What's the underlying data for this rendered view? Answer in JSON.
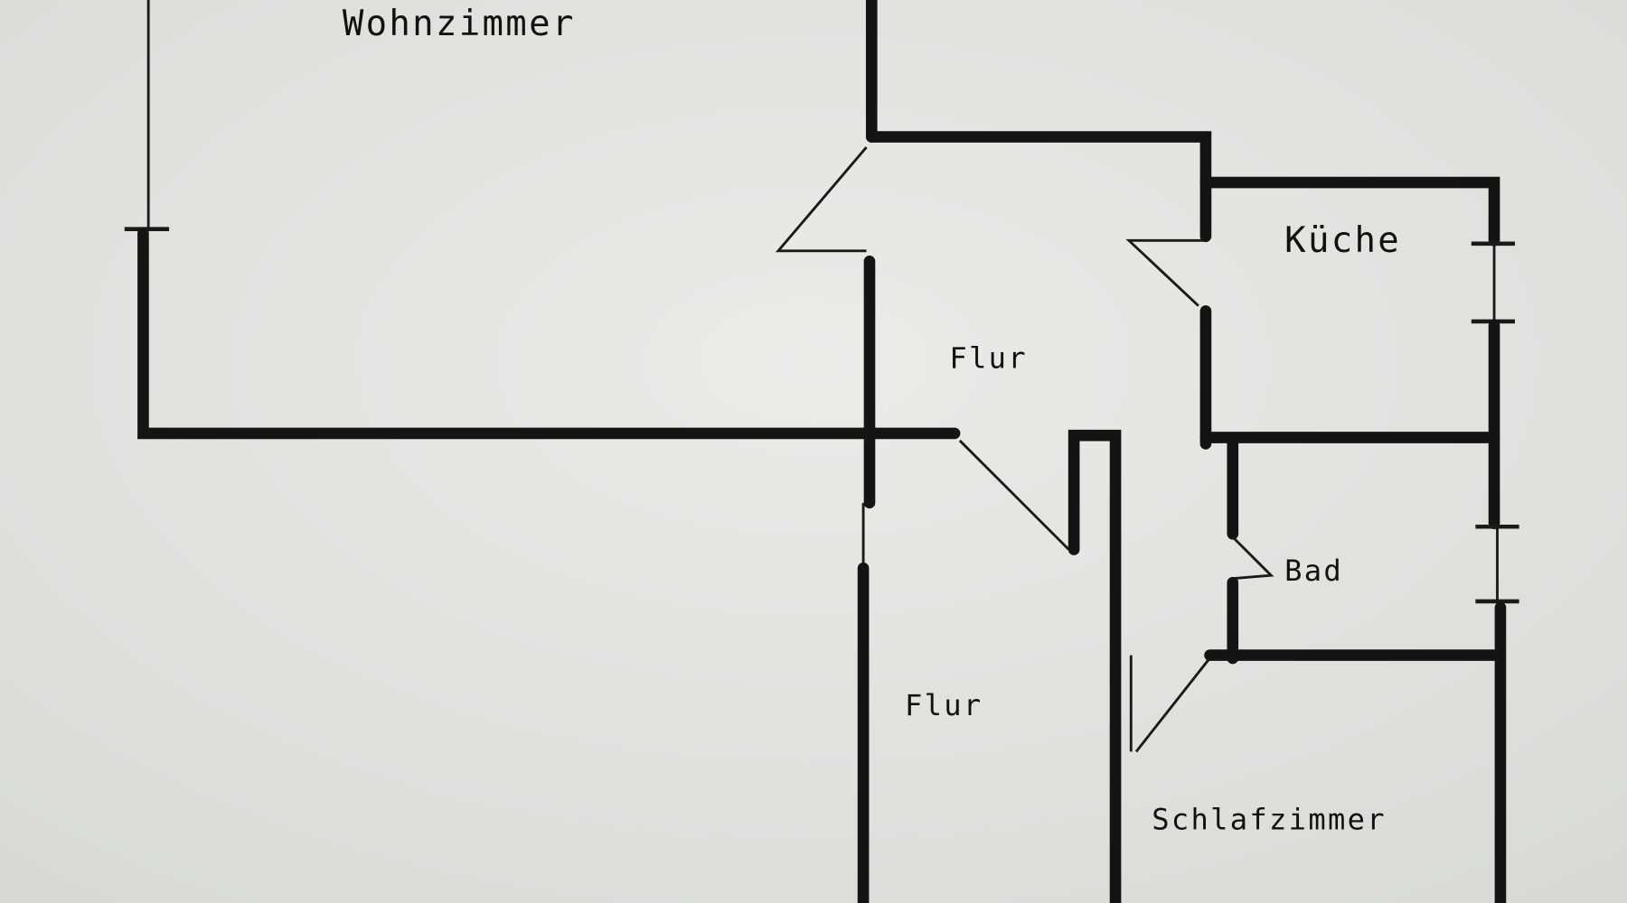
{
  "rooms": {
    "wohnzimmer": "Wohnzimmer",
    "kueche": "Küche",
    "flur_upper": "Flur",
    "bad": "Bad",
    "flur_lower": "Flur",
    "schlafzimmer": "Schlafzimmer"
  },
  "colors": {
    "paper": "#e6e6e4",
    "ink": "#141414"
  }
}
